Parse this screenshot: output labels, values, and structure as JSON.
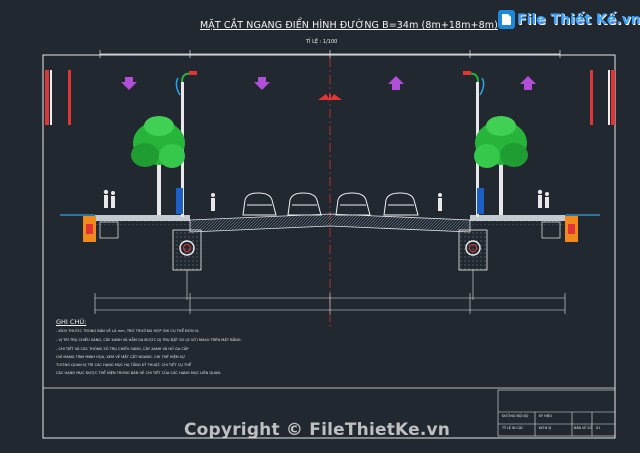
{
  "drawing": {
    "title": "MẶT CẮT NGANG ĐIỂN HÌNH ĐƯỜNG B=34m (8m+18m+8m)",
    "scale": "TỈ LỆ : 1/100"
  },
  "logo": {
    "text": "File Thiết Kế.vn"
  },
  "notes": {
    "heading": "GHI CHÚ:",
    "lines": [
      "- KÍCH THƯỚC TRONG BẢN VẼ LÀ mm, TRỪ TRƯỜNG HỢP GHI CỤ THỂ ĐƠN VỊ.",
      "- VỊ TRÍ TRỤ CHIẾU SÁNG, CÂY XANH VÀ HẦM GA ĐƯỢC DỊ TRỤ ĐẶT SO LE VỚI NHAU TRÊN MẶT BẰNG.",
      "- CHI TIẾT VÀ CÁC THÔNG SỐ TRỤ CHIẾU SÁNG, CÂY XANH VÀ HỐ GA CẤP",
      "  CHỈ MANG TÍNH MINH HỌA, XEM VẼ MẶT CẮT NGANG. CHI THẾ HIỆN SỰ",
      "  TƯƠNG QUAN VỊ TRÍ CÁC HẠNG MỤC HẠ TẦNG KỸ THUẬT. CHI TIẾT CỤ THỂ",
      "  CÁC HẠNG MỤC ĐƯỢC THỂ HIỆN TRONG BẢN VẼ CHI TIẾT CỦA CÁC HẠNG MỤC LIÊN QUAN."
    ]
  },
  "title_block": {
    "r1a": "ĐƯỜNG NỘI BỘ",
    "r1b": "KÝ HIỆU",
    "r2a": "TỶ LỆ IN CÁC",
    "r2b": "ĐƠN VỊ",
    "r2c": "BẢN VẼ SỐ",
    "r2d": "01"
  },
  "watermark": {
    "copyright": "Copyright © FileThietKe.vn"
  },
  "colors": {
    "background": "#212830",
    "dimension": "#f0f0f0",
    "arrow_down": "#b14fd8",
    "road": "#dfe6ec",
    "tree": "#27b43a",
    "red_label": "#e23434",
    "frame": "#e8e8e8"
  }
}
